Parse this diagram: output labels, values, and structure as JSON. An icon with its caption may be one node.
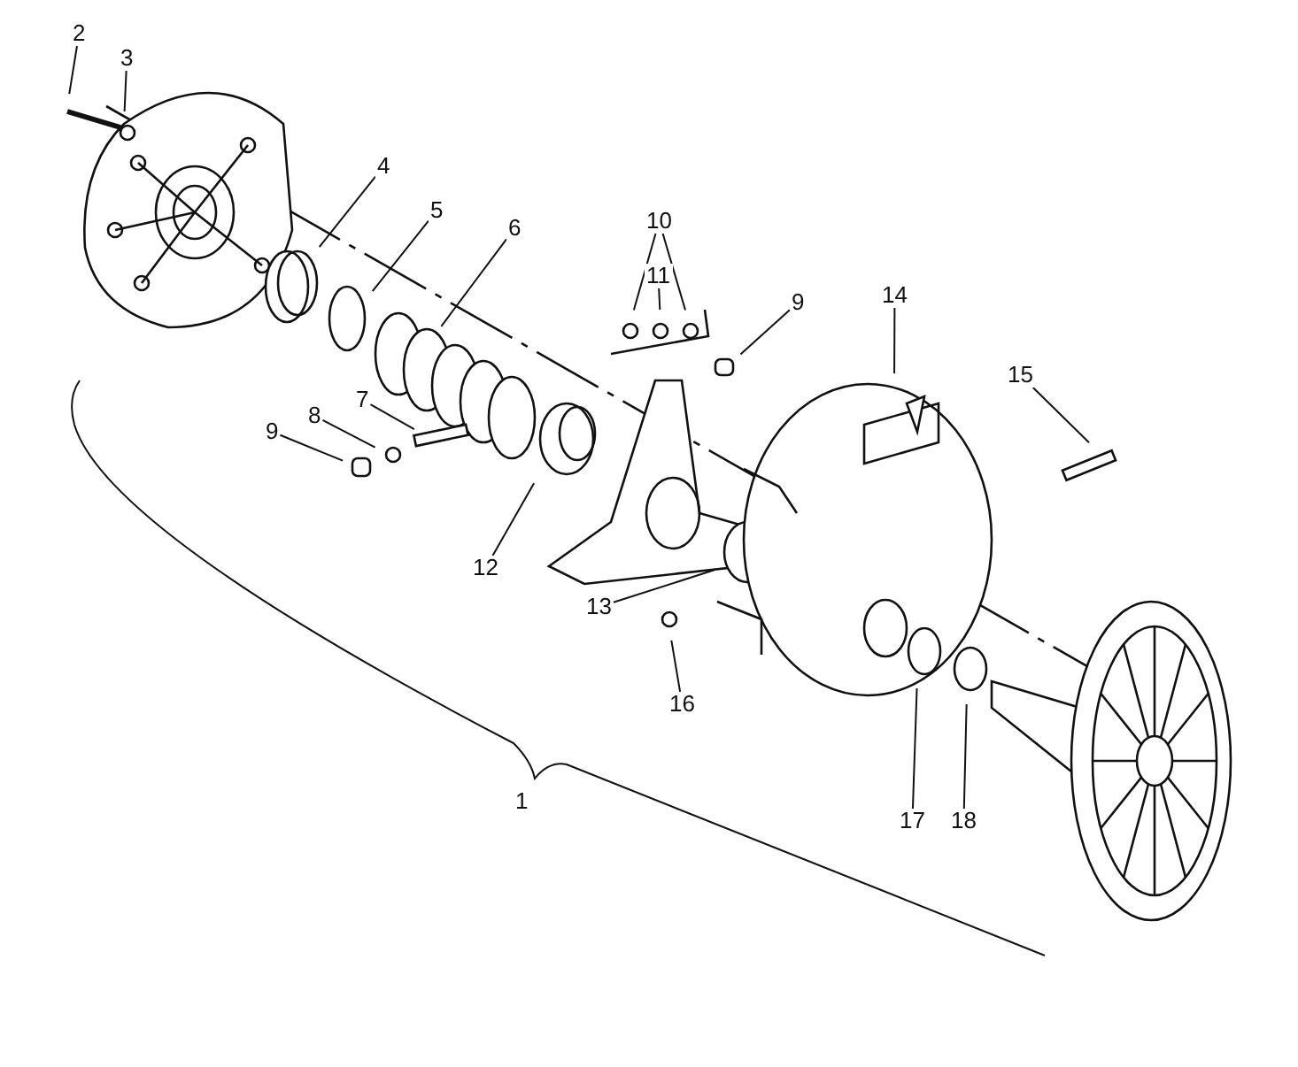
{
  "diagram": {
    "nodes": [
      {
        "text": [
          "2"
        ]
      },
      {
        "text": [
          "3"
        ]
      },
      {
        "text": [
          "4"
        ]
      },
      {
        "text": [
          "5"
        ]
      },
      {
        "text": [
          "6"
        ]
      },
      {
        "text": [
          "7"
        ]
      },
      {
        "text": [
          "8"
        ]
      },
      {
        "text": [
          "9"
        ]
      },
      {
        "text": [
          "10"
        ]
      },
      {
        "text": [
          "11"
        ]
      },
      {
        "text": [
          "9"
        ]
      },
      {
        "text": [
          "14"
        ]
      },
      {
        "text": [
          "15"
        ]
      },
      {
        "text": [
          "12"
        ]
      },
      {
        "text": [
          "13"
        ]
      },
      {
        "text": [
          "16"
        ]
      },
      {
        "text": [
          "17"
        ]
      },
      {
        "text": [
          "18"
        ]
      }
    ],
    "edges": [
      {
        "from": 0,
        "to": null,
        "arrow": "none"
      },
      {
        "from": 1,
        "to": null,
        "arrow": "none"
      },
      {
        "from": 2,
        "to": null,
        "arrow": "none"
      },
      {
        "from": 3,
        "to": null,
        "arrow": "none"
      },
      {
        "from": 4,
        "to": null,
        "arrow": "none"
      },
      {
        "from": 5,
        "to": null,
        "arrow": "none"
      },
      {
        "from": 6,
        "to": null,
        "arrow": "none"
      },
      {
        "from": 7,
        "to": null,
        "arrow": "none"
      },
      {
        "from": 8,
        "to": null,
        "arrow": "none"
      },
      {
        "from": 8,
        "to": null,
        "arrow": "none"
      },
      {
        "from": 9,
        "to": null,
        "arrow": "none"
      },
      {
        "from": 10,
        "to": null,
        "arrow": "none"
      },
      {
        "from": 11,
        "to": null,
        "arrow": "none"
      },
      {
        "from": 12,
        "to": null,
        "arrow": "none"
      },
      {
        "from": 13,
        "to": null,
        "arrow": "none"
      },
      {
        "from": 14,
        "to": null,
        "arrow": "none"
      },
      {
        "from": 15,
        "to": null,
        "arrow": "none"
      },
      {
        "from": 16,
        "to": null,
        "arrow": "none"
      },
      {
        "from": 17,
        "to": null,
        "arrow": "none"
      }
    ],
    "labels": [
      "1"
    ]
  }
}
